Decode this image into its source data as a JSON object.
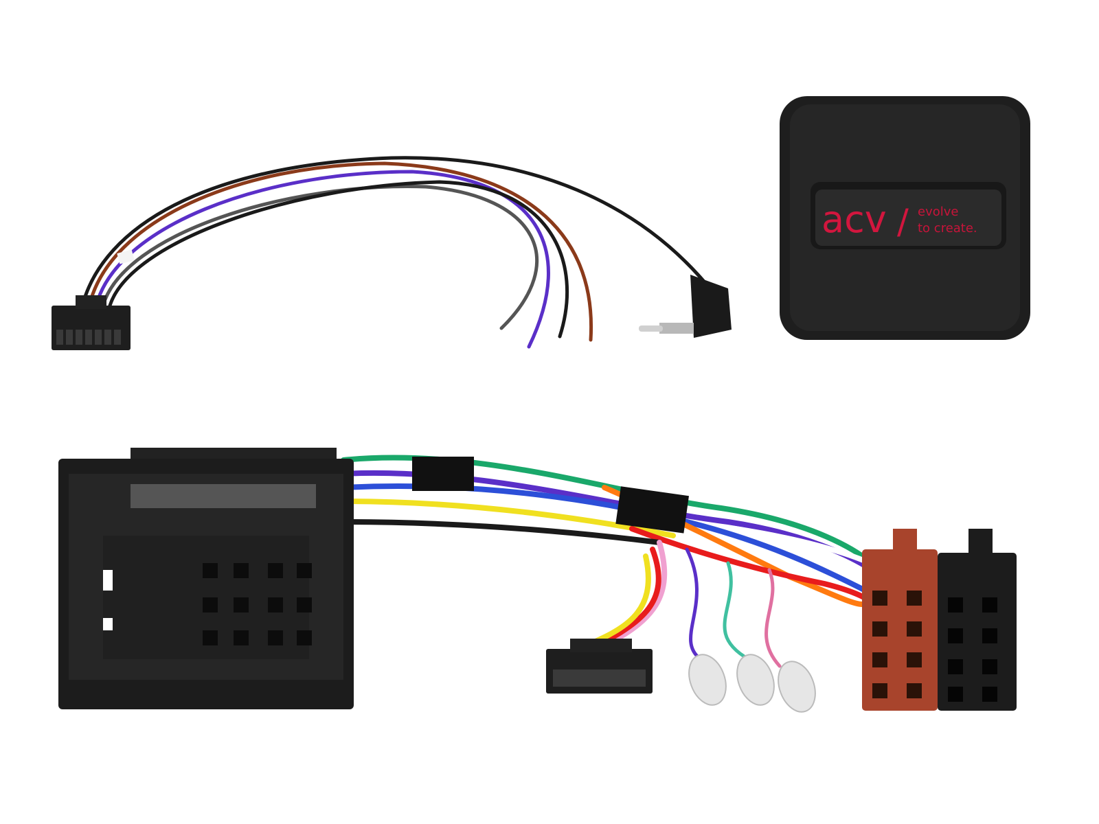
{
  "product": {
    "logo": {
      "brand": "acv",
      "separator": "/",
      "tagline_line1": "evolve",
      "tagline_line2": "to create."
    }
  },
  "colors": {
    "background": "#ffffff",
    "plastic_black": "#1e1e1e",
    "iso_brown": "#a8442c",
    "logo_red": "#d2163e"
  },
  "wires": {
    "small_harness": [
      "#1a1a1a",
      "#8b3a1a",
      "#5a2fc8",
      "#555555",
      "#1a1a1a"
    ],
    "main_harness": [
      "#1aa86a",
      "#5a2fc8",
      "#1a1a1a",
      "#ffffff",
      "#2c4fd8",
      "#f0e020",
      "#ff7a10",
      "#e81c1c",
      "#f0a0d0",
      "#909090",
      "#40c0a0"
    ]
  }
}
